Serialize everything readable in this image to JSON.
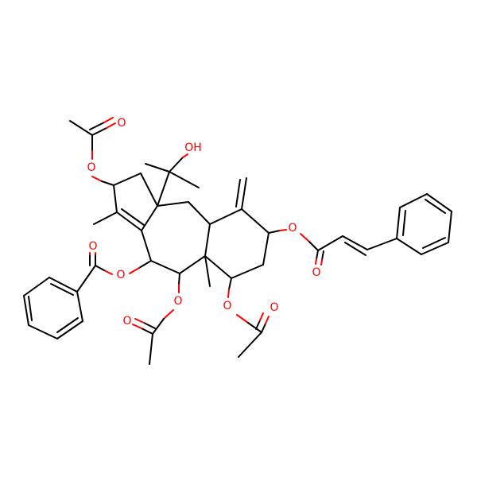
{
  "molecule": {
    "atom_labels": {
      "hydroxyl": "OH",
      "o_ring_acetoxy": "O",
      "o_ring_acetoxy_carbonyl": "O",
      "o_benzoate_ester": "O",
      "o_benzoate_carbonyl": "O",
      "o_acetoxy_mid": "O",
      "o_acetoxy_mid_carbonyl": "O",
      "o_acetoxy_right": "O",
      "o_acetoxy_right_carbonyl": "O",
      "o_cinnamate_ester": "O",
      "o_cinnamate_carbonyl": "O"
    }
  },
  "colors": {
    "bond": "#000000",
    "heteroatom_oxygen": "#ff0000",
    "background": "#ffffff"
  }
}
